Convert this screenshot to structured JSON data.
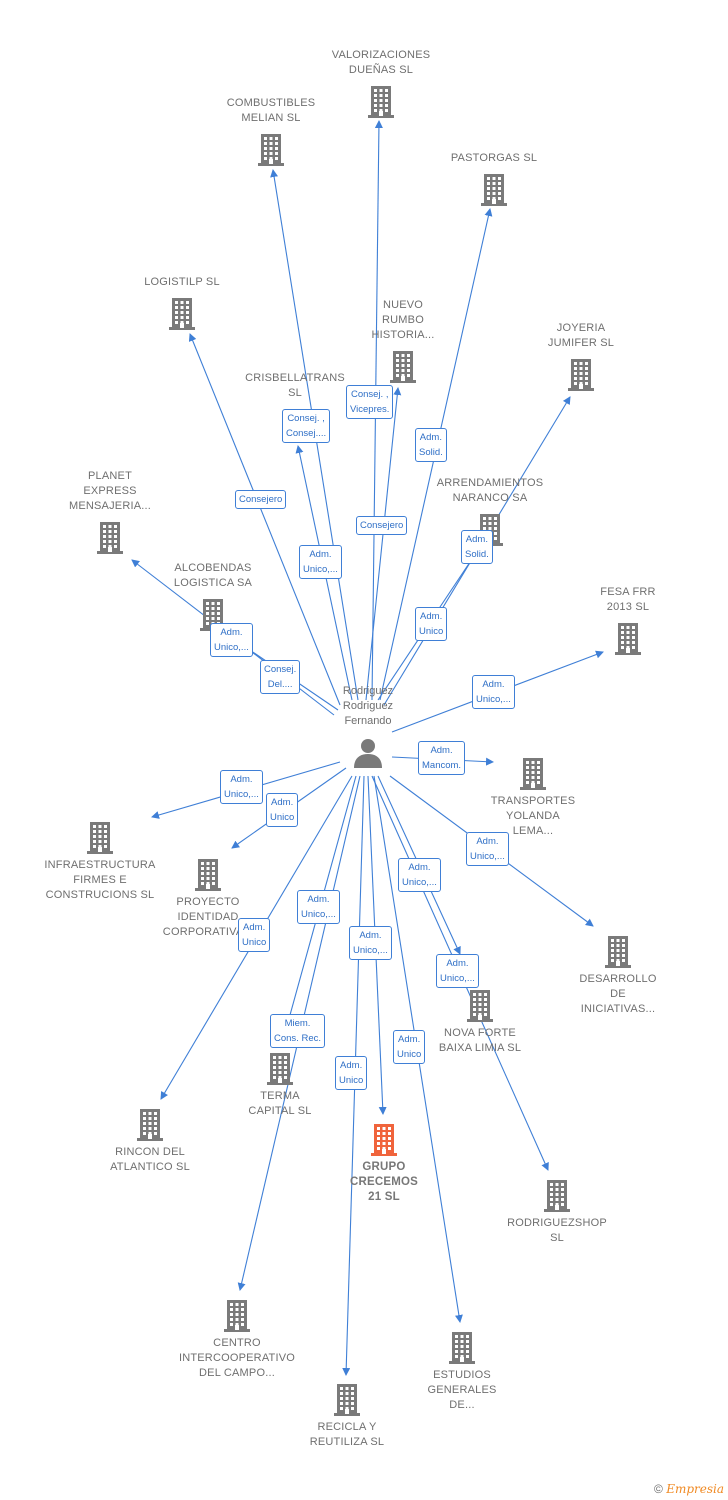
{
  "center": {
    "name_lines": [
      "Rodriguez",
      "Rodriguez",
      "Fernando"
    ],
    "icon": "person-icon"
  },
  "colors": {
    "edge": "#3f7fd6",
    "building": "#7a7a7a",
    "highlight": "#f0643c"
  },
  "companies": [
    {
      "id": "valorizaciones",
      "lines": [
        "VALORIZACIONES",
        "DUEÑAS  SL"
      ]
    },
    {
      "id": "combustibles",
      "lines": [
        "COMBUSTIBLES",
        "MELIAN  SL"
      ]
    },
    {
      "id": "pastorgas",
      "lines": [
        "PASTORGAS  SL"
      ]
    },
    {
      "id": "logistilp",
      "lines": [
        "LOGISTILP  SL"
      ]
    },
    {
      "id": "nuevo-rumbo",
      "lines": [
        "NUEVO",
        "RUMBO",
        "HISTORIA..."
      ]
    },
    {
      "id": "joyeria",
      "lines": [
        "JOYERIA",
        "JUMIFER  SL"
      ]
    },
    {
      "id": "crisbellatrans",
      "lines": [
        "CRISBELLATRANS",
        "SL"
      ]
    },
    {
      "id": "planet-express",
      "lines": [
        "PLANET",
        "EXPRESS",
        "MENSAJERIA..."
      ]
    },
    {
      "id": "arrendamientos",
      "lines": [
        "ARRENDAMIENTOS",
        "NARANCO SA"
      ]
    },
    {
      "id": "alcobendas",
      "lines": [
        "ALCOBENDAS",
        "LOGISTICA SA"
      ]
    },
    {
      "id": "fesa",
      "lines": [
        "FESA FRR",
        "2013  SL"
      ]
    },
    {
      "id": "transportes",
      "lines": [
        "TRANSPORTES",
        "YOLANDA",
        "LEMA..."
      ]
    },
    {
      "id": "infraestructura",
      "lines": [
        "INFRAESTRUCTURA",
        "FIRMES E",
        "CONSTRUCIONS SL"
      ]
    },
    {
      "id": "proyecto",
      "lines": [
        "PROYECTO",
        "IDENTIDAD",
        "CORPORATIVA..."
      ]
    },
    {
      "id": "desarrollo",
      "lines": [
        "DESARROLLO",
        "DE",
        "INICIATIVAS..."
      ]
    },
    {
      "id": "nova-forte",
      "lines": [
        "NOVA FORTE",
        "BAIXA LIMIA  SL"
      ]
    },
    {
      "id": "terma",
      "lines": [
        "TERMA",
        "CAPITAL  SL"
      ]
    },
    {
      "id": "grupo-crecemos",
      "lines": [
        "GRUPO",
        "CRECEMOS",
        "21  SL"
      ]
    },
    {
      "id": "rincon",
      "lines": [
        "RINCON DEL",
        "ATLANTICO  SL"
      ]
    },
    {
      "id": "rodriguezshop",
      "lines": [
        "RODRIGUEZSHOP",
        "SL"
      ]
    },
    {
      "id": "centro",
      "lines": [
        "CENTRO",
        "INTERCOOPERATIVO",
        "DEL CAMPO..."
      ]
    },
    {
      "id": "estudios",
      "lines": [
        "ESTUDIOS",
        "GENERALES",
        "DE..."
      ]
    },
    {
      "id": "recicla",
      "lines": [
        "RECICLA Y",
        "REUTILIZA SL"
      ]
    }
  ],
  "edge_labels": [
    {
      "id": "valorizaciones",
      "lines": [
        "Consej. ,",
        "Vicepres."
      ]
    },
    {
      "id": "combustibles",
      "lines": [
        "Consej. ,",
        "Consej...."
      ]
    },
    {
      "id": "pastorgas",
      "lines": [
        "Adm.",
        "Solid."
      ]
    },
    {
      "id": "logistilp",
      "lines": [
        "Consejero"
      ]
    },
    {
      "id": "nuevo-rumbo",
      "lines": [
        "Consejero"
      ]
    },
    {
      "id": "crisbellatrans",
      "lines": [
        "Adm.",
        "Unico,..."
      ]
    },
    {
      "id": "arrendamientos",
      "lines": [
        "Adm.",
        "Solid."
      ]
    },
    {
      "id": "joyeria",
      "lines": [
        "Adm.",
        "Unico"
      ]
    },
    {
      "id": "alcobendas",
      "lines": [
        "Adm.",
        "Unico,..."
      ]
    },
    {
      "id": "planet-express",
      "lines": [
        "Consej.",
        "Del...."
      ]
    },
    {
      "id": "fesa",
      "lines": [
        "Adm.",
        "Unico,..."
      ]
    },
    {
      "id": "transportes",
      "lines": [
        "Adm.",
        "Mancom."
      ]
    },
    {
      "id": "infraestructura",
      "lines": [
        "Adm.",
        "Unico,..."
      ]
    },
    {
      "id": "proyecto",
      "lines": [
        "Adm.",
        "Unico"
      ]
    },
    {
      "id": "desarrollo",
      "lines": [
        "Adm.",
        "Unico,..."
      ]
    },
    {
      "id": "nova-forte",
      "lines": [
        "Adm.",
        "Unico,..."
      ]
    },
    {
      "id": "rodriguezshop",
      "lines": [
        "Adm.",
        "Unico,..."
      ]
    },
    {
      "id": "centro",
      "lines": [
        "Adm.",
        "Unico,..."
      ]
    },
    {
      "id": "rincon",
      "lines": [
        "Adm.",
        "Unico"
      ]
    },
    {
      "id": "grupo-crecemos",
      "lines": [
        "Adm.",
        "Unico,..."
      ]
    },
    {
      "id": "terma",
      "lines": [
        "Miem.",
        "Cons. Rec."
      ]
    },
    {
      "id": "estudios",
      "lines": [
        "Adm.",
        "Unico"
      ]
    },
    {
      "id": "recicla",
      "lines": [
        "Adm.",
        "Unico"
      ]
    }
  ],
  "footer": {
    "copyright": "©",
    "brand": "Empresia"
  }
}
